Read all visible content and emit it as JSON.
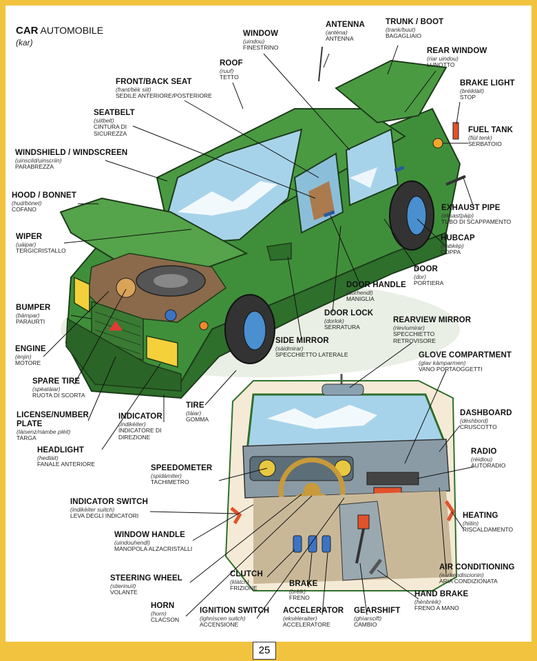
{
  "title": {
    "main": "CAR",
    "sub": "AUTOMOBILE",
    "pron": "(kar)"
  },
  "page_number": "25",
  "labels": {
    "window": {
      "t": "WINDOW",
      "p": "(uindou)",
      "i": "FINESTRINO"
    },
    "antenna": {
      "t": "ANTENNA",
      "p": "(antèna)",
      "i": "ANTENNA"
    },
    "trunk": {
      "t": "TRUNK / BOOT",
      "p": "(trank/buut)",
      "i": "BAGAGLIAIO"
    },
    "rear_window": {
      "t": "REAR WINDOW",
      "p": "(riar uindou)",
      "i": "LUNOTTO"
    },
    "roof": {
      "t": "ROOF",
      "p": "(ruuf)",
      "i": "TETTO"
    },
    "front_back_seat": {
      "t": "FRONT/BACK SEAT",
      "p": "(frant/bèk siit)",
      "i": "SEDILE ANTERIORE/POSTERIORE"
    },
    "brake_light": {
      "t": "BRAKE LIGHT",
      "p": "(bréiklàit)",
      "i": "STOP"
    },
    "seatbelt": {
      "t": "SEATBELT",
      "p": "(siitbelt)",
      "i1": "CINTURA DI",
      "i2": "SICUREZZA"
    },
    "fuel_tank": {
      "t": "FUEL TANK",
      "p": "(fiùl tenk)",
      "i": "SERBATOIO"
    },
    "windshield": {
      "t": "WINDSHIELD / WINDSCREEN",
      "p": "(uinscild/uinscriin)",
      "i": "PARABREZZA"
    },
    "hood": {
      "t": "HOOD / BONNET",
      "p": "(hud/bònet)",
      "i": "COFANO"
    },
    "exhaust_pipe": {
      "t": "EXHAUST PIPE",
      "p": "(èksasťpàip)",
      "i": "TUBO DI SCAPPAMENTO"
    },
    "wiper": {
      "t": "WIPER",
      "p": "(uàipar)",
      "i": "TERGICRISTALLO"
    },
    "hubcap": {
      "t": "HUBCAP",
      "p": "(habkèp)",
      "i": "COPPA"
    },
    "door": {
      "t": "DOOR",
      "p": "(dor)",
      "i": "PORTIERA"
    },
    "door_handle": {
      "t": "DOOR HANDLE",
      "p": "(dórhendl)",
      "i": "MANIGLIA"
    },
    "bumper": {
      "t": "BUMPER",
      "p": "(bàmpar)",
      "i": "PARAURTI"
    },
    "door_lock": {
      "t": "DOOR LOCK",
      "p": "(dorlok)",
      "i": "SERRATURA"
    },
    "rearview_mirror": {
      "t": "REARVIEW MIRROR",
      "p": "(rievìumirar)",
      "i1": "SPECCHIETTO",
      "i2": "RETROVISORE"
    },
    "engine": {
      "t": "ENGINE",
      "p": "(ènjin)",
      "i": "MOTORE"
    },
    "side_mirror": {
      "t": "SIDE MIRROR",
      "p": "(sàidmirar)",
      "i": "SPECCHIETTO LATERALE"
    },
    "glove_compartment": {
      "t": "GLOVE COMPARTMENT",
      "p": "(glav kàmparmen)",
      "i": "VANO PORTAOGGETTI"
    },
    "spare_tire": {
      "t": "SPARE TIRE",
      "p": "(spèatàiar)",
      "i": "RUOTA DI SCORTA"
    },
    "license_plate": {
      "t1": "LICENSE/NUMBER",
      "t2": "PLATE",
      "p": "(làisenz/nàmbe plèit)",
      "i": "TARGA"
    },
    "tire": {
      "t": "TIRE",
      "p": "(tàiar)",
      "i": "GOMMA"
    },
    "dashboard": {
      "t": "DASHBOARD",
      "p": "(dèshbord)",
      "i": "CRUSCOTTO"
    },
    "indicator": {
      "t": "INDICATOR",
      "p": "(indikèiter)",
      "i1": "INDICATORE DI",
      "i2": "DIREZIONE"
    },
    "headlight": {
      "t": "HEADLIGHT",
      "p": "(hedlàit)",
      "i": "FANALE ANTERIORE"
    },
    "radio": {
      "t": "RADIO",
      "p": "(rèidiou)",
      "i": "AUTORADIO"
    },
    "speedometer": {
      "t": "SPEEDOMETER",
      "p": "(spidàmiter)",
      "i": "TACHIMETRO"
    },
    "indicator_switch": {
      "t": "INDICATOR SWITCH",
      "p": "(indikèiter suitch)",
      "i": "LEVA DEGLI INDICATORI"
    },
    "heating": {
      "t": "HEATING",
      "p": "(hiitin)",
      "i": "RISCALDAMENTO"
    },
    "window_handle": {
      "t": "WINDOW HANDLE",
      "p": "(uindouhendl)",
      "i": "MANOPOLA ALZACRISTALLI"
    },
    "air_conditioning": {
      "t": "AIR CONDITIONING",
      "p": "(earkendiscionin)",
      "i": "ARIA CONDIZIONATA"
    },
    "steering_wheel": {
      "t": "STEERING WHEEL",
      "p": "(stierinuìl)",
      "i": "VOLANTE"
    },
    "clutch": {
      "t": "CLUTCH",
      "p": "(klàtch)",
      "i": "FRIZIONE"
    },
    "brake": {
      "t": "BRAKE",
      "p": "(brèik)",
      "i": "FRENO"
    },
    "hand_brake": {
      "t": "HAND BRAKE",
      "p": "(hènbrèik)",
      "i": "FRENO A MANO"
    },
    "horn": {
      "t": "HORN",
      "p": "(horn)",
      "i": "CLACSON"
    },
    "ignition_switch": {
      "t": "IGNITION SWITCH",
      "p": "(ighnìscen suitch)",
      "i": "ACCENSIONE"
    },
    "accelerator": {
      "t": "ACCELERATOR",
      "p": "(eksèleraiter)",
      "i": "ACCELERATORE"
    },
    "gearshift": {
      "t": "GEARSHIFT",
      "p": "(ghìarscift)",
      "i": "CAMBIO"
    }
  }
}
